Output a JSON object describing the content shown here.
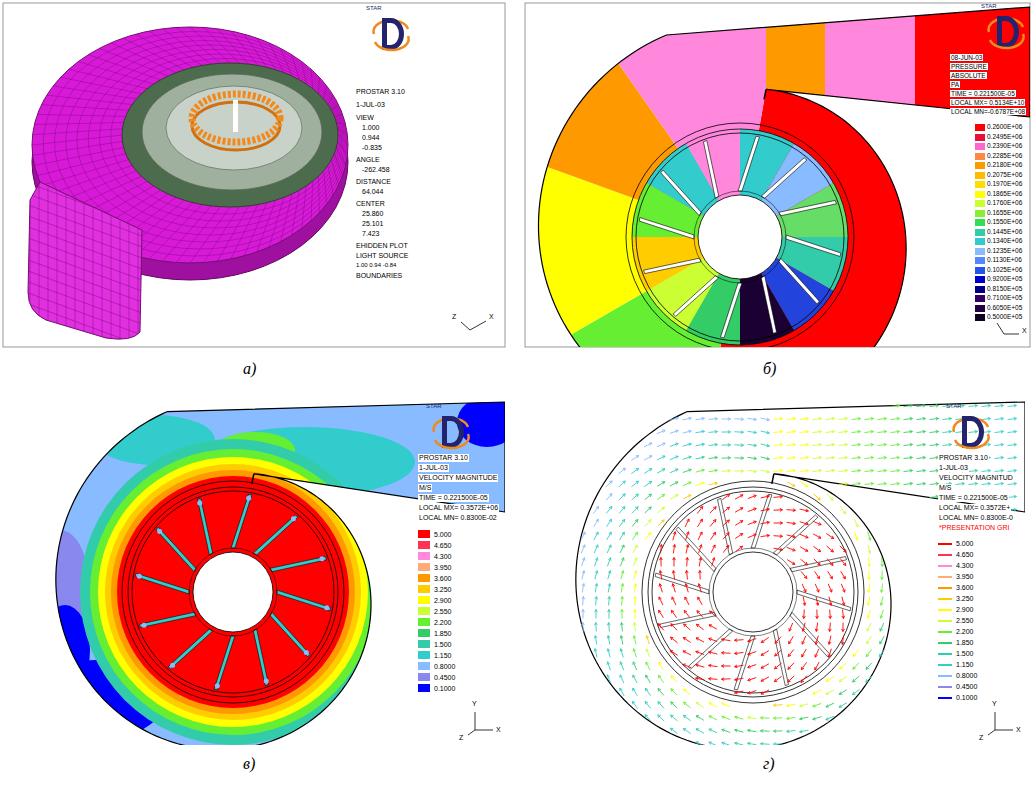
{
  "diagram": {
    "labels": [
      "STAR",
      "PROSTAR 3.10",
      "1-JUL-03",
      "VIEW",
      "1.000",
      "0.944",
      "-0.835",
      "ANGLE",
      "-262.458",
      "DISTANCE",
      "64.044",
      "CENTER",
      "25.860",
      "25.101",
      "7.423",
      "EHIDDEN PLOT",
      "LIGHT SOURCE",
      "1.00 0.94 -0.84",
      "BOUNDARIES",
      "Z",
      "X",
      "а)",
      "STAR",
      "08-JUN-03",
      "PRESSURE",
      "ABSOLUTE",
      "PA",
      "TIME = 0.221500E-05",
      "LOCAL MX= 0.5134E+10",
      "LOCAL MN=-0.6787E+08",
      "Z",
      "X",
      "б)",
      "STAR",
      "PROSTAR 3.10",
      "1-JUL-03",
      "VELOCITY MAGNITUDE",
      "M/S",
      "TIME = 0.221500E-05",
      "LOCAL MX= 0.3572E+06",
      "LOCAL MN= 0.8300E-02",
      "Y",
      "Z",
      "X",
      "в)",
      "STAR",
      "PROSTAR 3.10",
      "1-JUL-03",
      "VELOCITY MAGNITUD",
      "M/S",
      "TIME = 0.221500E-05",
      "LOCAL MX= 0.3572E+",
      "LOCAL MN= 0.8300E-0",
      "*PRESENTATION GRI",
      "Y",
      "Z",
      "X",
      "г)"
    ],
    "legend": [
      {
        "text": "0.2600E+06",
        "color": "#ff0000"
      },
      {
        "text": "0.2495E+06",
        "color": "#e8103a"
      },
      {
        "text": "0.2390E+06",
        "color": "#ff66cc"
      },
      {
        "text": "0.2285E+06",
        "color": "#ff8844"
      },
      {
        "text": "0.2180E+06",
        "color": "#ff9900"
      },
      {
        "text": "0.2075E+06",
        "color": "#ffbb00"
      },
      {
        "text": "0.1970E+06",
        "color": "#ffdd00"
      },
      {
        "text": "0.1865E+06",
        "color": "#ffff00"
      },
      {
        "text": "0.1760E+06",
        "color": "#ccff33"
      },
      {
        "text": "0.1655E+06",
        "color": "#88ee33"
      },
      {
        "text": "0.1550E+06",
        "color": "#33dd55"
      },
      {
        "text": "0.1445E+06",
        "color": "#33ccaa"
      },
      {
        "text": "0.1340E+06",
        "color": "#33cccc"
      },
      {
        "text": "0.1235E+06",
        "color": "#88bbff"
      },
      {
        "text": "0.1130E+06",
        "color": "#5588ff"
      },
      {
        "text": "0.1025E+06",
        "color": "#2255ee"
      },
      {
        "text": "0.9200E+05",
        "color": "#0000cc"
      },
      {
        "text": "0.8150E+05",
        "color": "#000088"
      },
      {
        "text": "0.7100E+05",
        "color": "#330066"
      },
      {
        "text": "0.6050E+05",
        "color": "#220044"
      },
      {
        "text": "0.5000E+05",
        "color": "#110022"
      },
      {
        "text": "5.000",
        "color": "#ff0000"
      },
      {
        "text": "4.650",
        "color": "#ff3355"
      },
      {
        "text": "4.300",
        "color": "#ff88dd"
      },
      {
        "text": "3.950",
        "color": "#ffaa77"
      },
      {
        "text": "3.600",
        "color": "#ff9900"
      },
      {
        "text": "3.250",
        "color": "#ffcc00"
      },
      {
        "text": "2.900",
        "color": "#ffff00"
      },
      {
        "text": "2.550",
        "color": "#ccff33"
      },
      {
        "text": "2.200",
        "color": "#66ee33"
      },
      {
        "text": "1.850",
        "color": "#33cc66"
      },
      {
        "text": "1.500",
        "color": "#33ccaa"
      },
      {
        "text": "1.150",
        "color": "#33cccc"
      },
      {
        "text": "0.8000",
        "color": "#88bbff"
      },
      {
        "text": "0.4500",
        "color": "#8888ee"
      },
      {
        "text": "0.1000",
        "color": "#0000ff"
      },
      {
        "text": "5.000"
      },
      {
        "text": "4.650"
      },
      {
        "text": "4.300"
      },
      {
        "text": "3.950"
      },
      {
        "text": "3.600"
      },
      {
        "text": "3.250"
      },
      {
        "text": "2.900"
      },
      {
        "text": "2.550"
      },
      {
        "text": "2.200"
      },
      {
        "text": "1.850"
      },
      {
        "text": "1.500"
      },
      {
        "text": "1.150"
      },
      {
        "text": "0.8000"
      },
      {
        "text": "0.4500"
      },
      {
        "text": "0.1000"
      }
    ]
  }
}
